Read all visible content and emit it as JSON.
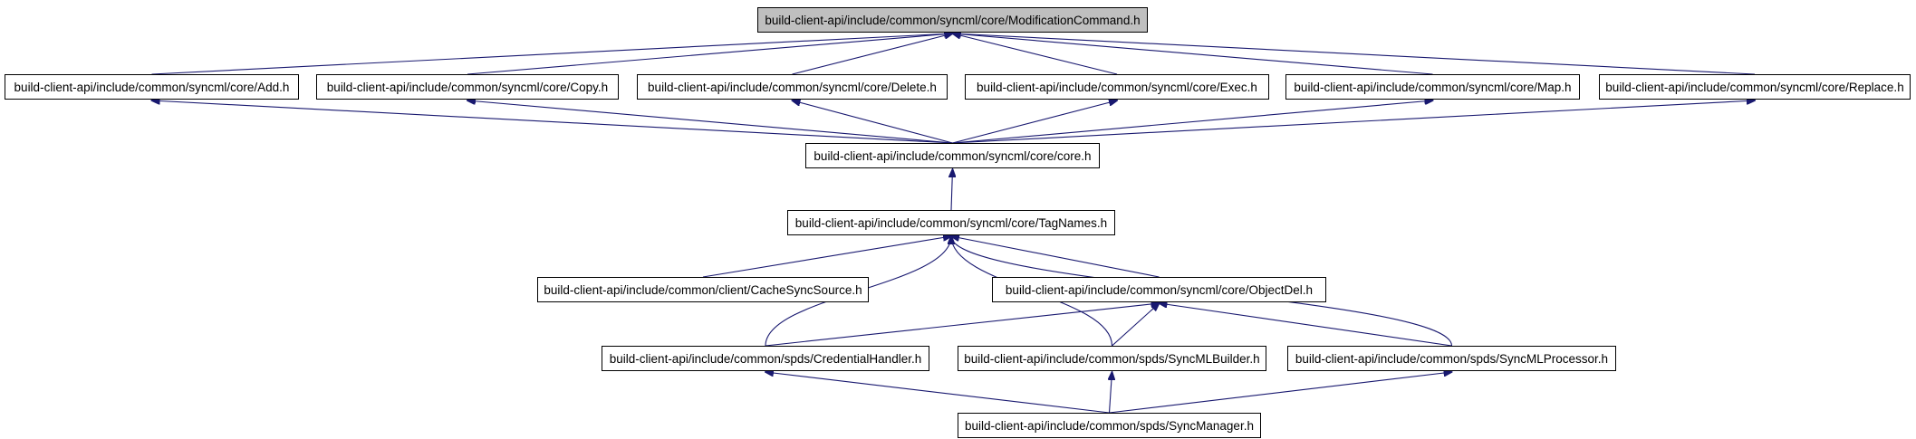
{
  "colors": {
    "edge": "#191970",
    "node_border": "#000000",
    "node_fill": "#ffffff",
    "root_fill": "#bfbfbf"
  },
  "nodes": {
    "modification_command": "build-client-api/include/common/syncml/core/ModificationCommand.h",
    "add": "build-client-api/include/common/syncml/core/Add.h",
    "copy": "build-client-api/include/common/syncml/core/Copy.h",
    "delete": "build-client-api/include/common/syncml/core/Delete.h",
    "exec": "build-client-api/include/common/syncml/core/Exec.h",
    "map": "build-client-api/include/common/syncml/core/Map.h",
    "replace": "build-client-api/include/common/syncml/core/Replace.h",
    "core": "build-client-api/include/common/syncml/core/core.h",
    "tag_names": "build-client-api/include/common/syncml/core/TagNames.h",
    "cache_sync_source": "build-client-api/include/common/client/CacheSyncSource.h",
    "object_del": "build-client-api/include/common/syncml/core/ObjectDel.h",
    "credential_handler": "build-client-api/include/common/spds/CredentialHandler.h",
    "syncml_builder": "build-client-api/include/common/spds/SyncMLBuilder.h",
    "syncml_processor": "build-client-api/include/common/spds/SyncMLProcessor.h",
    "sync_manager": "build-client-api/include/common/spds/SyncManager.h"
  },
  "edges": [
    {
      "from": "add",
      "to": "modification_command"
    },
    {
      "from": "copy",
      "to": "modification_command"
    },
    {
      "from": "delete",
      "to": "modification_command"
    },
    {
      "from": "exec",
      "to": "modification_command"
    },
    {
      "from": "map",
      "to": "modification_command"
    },
    {
      "from": "replace",
      "to": "modification_command"
    },
    {
      "from": "core",
      "to": "add"
    },
    {
      "from": "core",
      "to": "copy"
    },
    {
      "from": "core",
      "to": "delete"
    },
    {
      "from": "core",
      "to": "exec"
    },
    {
      "from": "core",
      "to": "map"
    },
    {
      "from": "core",
      "to": "replace"
    },
    {
      "from": "tag_names",
      "to": "core"
    },
    {
      "from": "cache_sync_source",
      "to": "tag_names"
    },
    {
      "from": "object_del",
      "to": "tag_names"
    },
    {
      "from": "credential_handler",
      "to": "tag_names"
    },
    {
      "from": "syncml_builder",
      "to": "tag_names"
    },
    {
      "from": "syncml_processor",
      "to": "tag_names"
    },
    {
      "from": "credential_handler",
      "to": "object_del"
    },
    {
      "from": "syncml_builder",
      "to": "object_del"
    },
    {
      "from": "syncml_processor",
      "to": "object_del"
    },
    {
      "from": "sync_manager",
      "to": "credential_handler"
    },
    {
      "from": "sync_manager",
      "to": "syncml_builder"
    },
    {
      "from": "sync_manager",
      "to": "syncml_processor"
    }
  ]
}
